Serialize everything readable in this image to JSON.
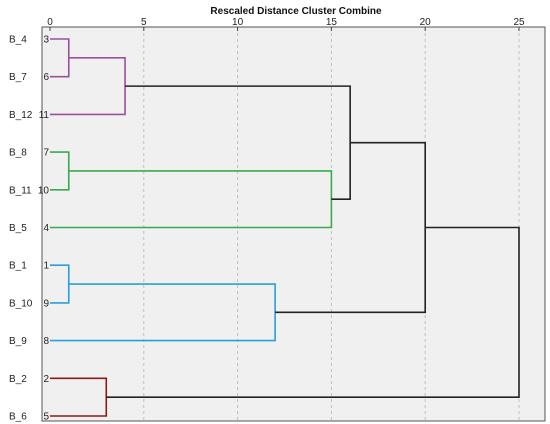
{
  "chart_data": {
    "type": "dendrogram",
    "title": "Rescaled Distance Cluster Combine",
    "xlim": [
      0,
      25
    ],
    "x_ticks": [
      "0",
      "5",
      "10",
      "15",
      "20",
      "25"
    ],
    "x_tick_values": [
      0,
      5,
      10,
      15,
      20,
      25
    ],
    "grid": "vertical dashed",
    "leaves": [
      {
        "label": "B_4",
        "case": "3"
      },
      {
        "label": "B_7",
        "case": "6"
      },
      {
        "label": "B_12",
        "case": "11"
      },
      {
        "label": "B_8",
        "case": "7"
      },
      {
        "label": "B_11",
        "case": "10"
      },
      {
        "label": "B_5",
        "case": "4"
      },
      {
        "label": "B_1",
        "case": "1"
      },
      {
        "label": "B_10",
        "case": "9"
      },
      {
        "label": "B_9",
        "case": "8"
      },
      {
        "label": "B_2",
        "case": "2"
      },
      {
        "label": "B_6",
        "case": "5"
      }
    ],
    "merges": [
      {
        "id": "m1",
        "left": "B_4",
        "right": "B_7",
        "distance": 1,
        "color": "#9b4f9e"
      },
      {
        "id": "m2",
        "left": "m1",
        "right": "B_12",
        "distance": 4,
        "color": "#9b4f9e"
      },
      {
        "id": "m3",
        "left": "B_8",
        "right": "B_11",
        "distance": 1,
        "color": "#3aaa4a"
      },
      {
        "id": "m4",
        "left": "m3",
        "right": "B_5",
        "distance": 15,
        "color": "#3aaa4a"
      },
      {
        "id": "m5",
        "left": "m2",
        "right": "m4",
        "distance": 16,
        "color": "#222222"
      },
      {
        "id": "m6",
        "left": "B_1",
        "right": "B_10",
        "distance": 1,
        "color": "#2a9fd6"
      },
      {
        "id": "m7",
        "left": "m6",
        "right": "B_9",
        "distance": 12,
        "color": "#2a9fd6"
      },
      {
        "id": "m8",
        "left": "m5",
        "right": "m7",
        "distance": 20,
        "color": "#222222"
      },
      {
        "id": "m9",
        "left": "B_2",
        "right": "B_6",
        "distance": 3,
        "color": "#8b1a1a"
      },
      {
        "id": "m10",
        "left": "m8",
        "right": "m9",
        "distance": 25,
        "color": "#222222"
      }
    ],
    "colors": {
      "plot_background": "#f0f0f0",
      "grid": "#bfbfbf",
      "frame": "#555555"
    }
  }
}
